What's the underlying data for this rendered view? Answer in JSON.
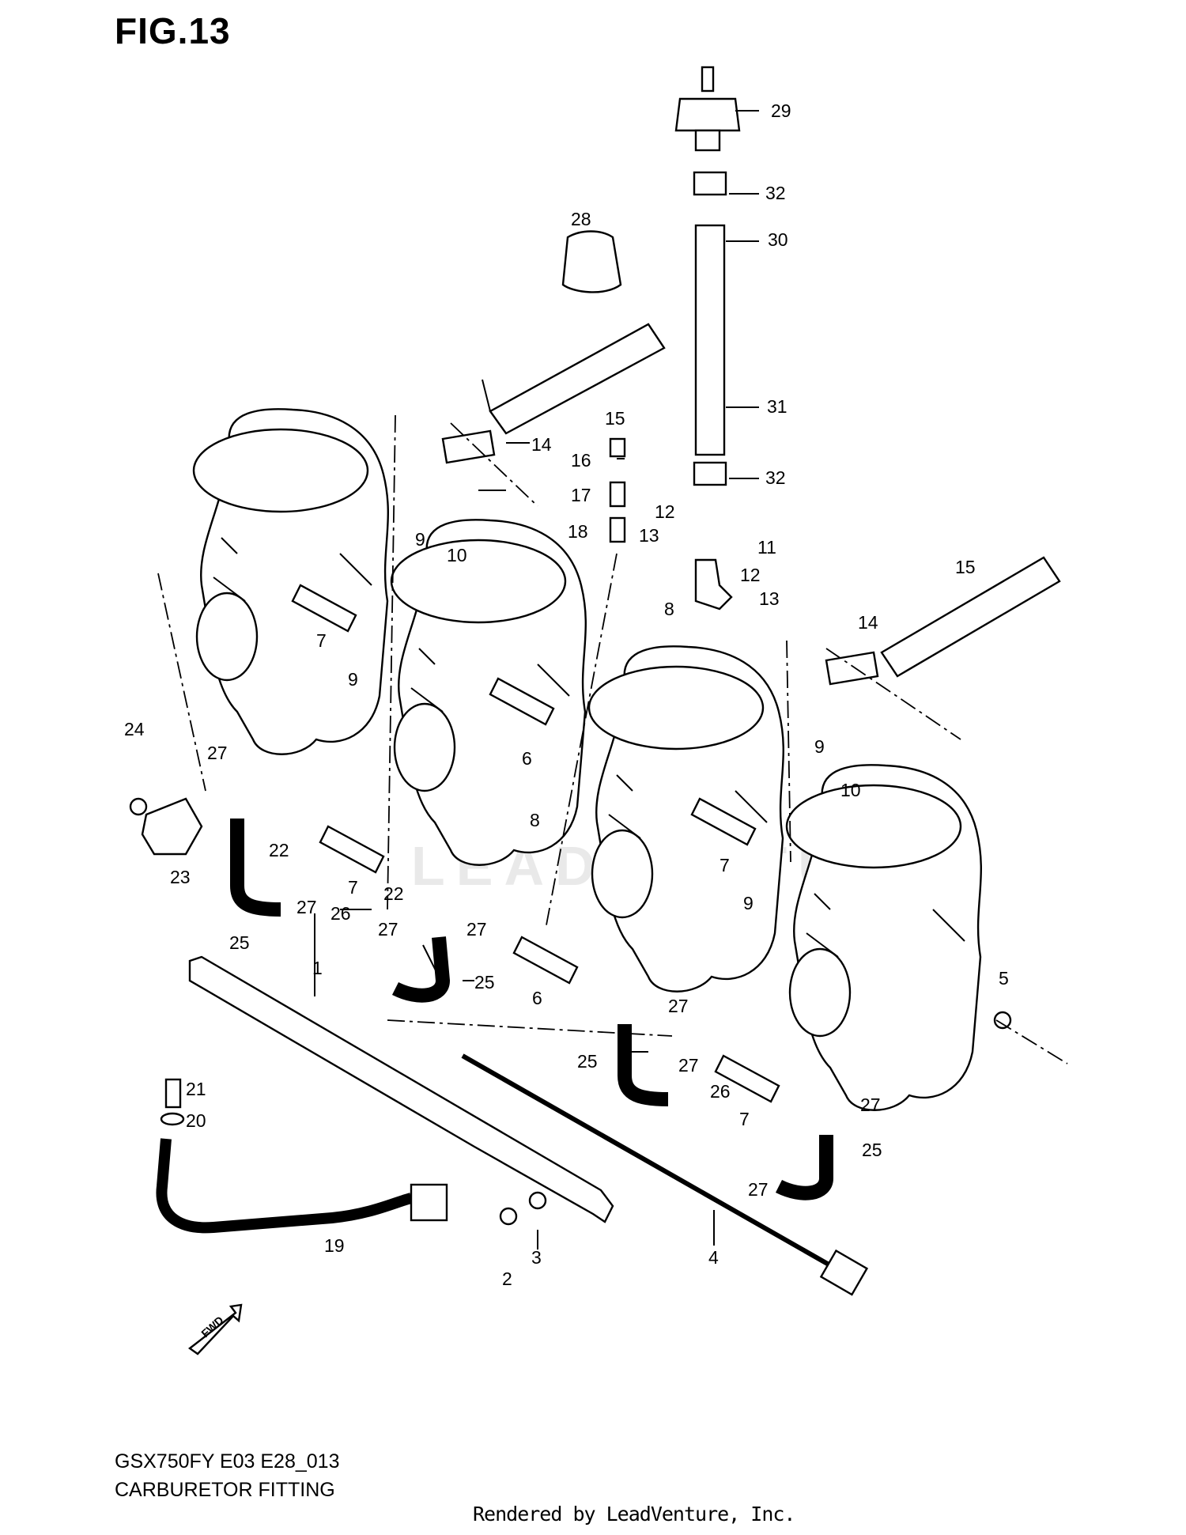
{
  "figure": {
    "title": "FIG.13",
    "model_code": "GSX750FY E03 E28_013",
    "section_name": "CARBURETOR FITTING",
    "rendered_by": "Rendered by LeadVenture, Inc.",
    "watermark": "LEADVENTURE",
    "fwd_label": "FWD"
  },
  "callouts": {
    "c1": "1",
    "c2": "2",
    "c3": "3",
    "c4": "4",
    "c5": "5",
    "c6a": "6",
    "c6b": "6",
    "c7a": "7",
    "c7b": "7",
    "c7c": "7",
    "c7d": "7",
    "c8a": "8",
    "c8b": "8",
    "c9a": "9",
    "c9b": "9",
    "c9c": "9",
    "c9d": "9",
    "c10a": "10",
    "c10b": "10",
    "c11": "11",
    "c12a": "12",
    "c12b": "12",
    "c13a": "13",
    "c13b": "13",
    "c14a": "14",
    "c14b": "14",
    "c15a": "15",
    "c15b": "15",
    "c16": "16",
    "c17": "17",
    "c18": "18",
    "c19": "19",
    "c20": "20",
    "c21": "21",
    "c22a": "22",
    "c22b": "22",
    "c23": "23",
    "c24": "24",
    "c25a": "25",
    "c25b": "25",
    "c25c": "25",
    "c25d": "25",
    "c26a": "26",
    "c26b": "26",
    "c27a": "27",
    "c27b": "27",
    "c27c": "27",
    "c27d": "27",
    "c27e": "27",
    "c27f": "27",
    "c27g": "27",
    "c27h": "27",
    "c28": "28",
    "c29": "29",
    "c30": "30",
    "c31": "31",
    "c32a": "32",
    "c32b": "32"
  }
}
